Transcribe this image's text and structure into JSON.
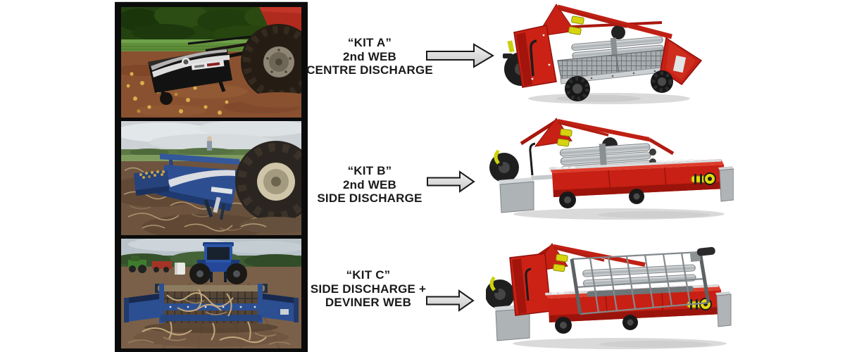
{
  "rows": [
    {
      "id": "kit-a",
      "label": {
        "line1": "“KIT A”",
        "line2": "2nd WEB",
        "line3": "CENTRE DISCHARGE"
      },
      "photo_alt": "Red tractor pulling a black two-row digger through a brown potato field",
      "render_alt": "Red harvester CAD render - kit A with 2nd web centre discharge"
    },
    {
      "id": "kit-b",
      "label": {
        "line1": "“KIT B”",
        "line2": "2nd WEB",
        "line3": "SIDE DISCHARGE"
      },
      "photo_alt": "Blue harvester with side discharge tray working among dried vines",
      "render_alt": "Red harvester CAD render - kit B with 2nd web side discharge"
    },
    {
      "id": "kit-c",
      "label": {
        "line1": "“KIT C”",
        "line2": "SIDE DISCHARGE +",
        "line3": "DEVINER WEB"
      },
      "photo_alt": "Rear view of blue harvester with deviner web behind a blue tractor",
      "render_alt": "Red harvester CAD render - kit C with side discharge and deviner web"
    }
  ],
  "icons": {
    "arrow": "arrow-right-icon"
  },
  "colors": {
    "background": "#ffffff",
    "text": "#1a1a1a",
    "photo_frame": "#0b0b0b",
    "arrow_fill": "#dcdcdc",
    "arrow_stroke": "#1a1a1a",
    "machine_red": "#c82114",
    "machine_red_dark": "#9a140c",
    "accent_yellow": "#d8d60e",
    "steel_gray": "#b0b4b7"
  }
}
